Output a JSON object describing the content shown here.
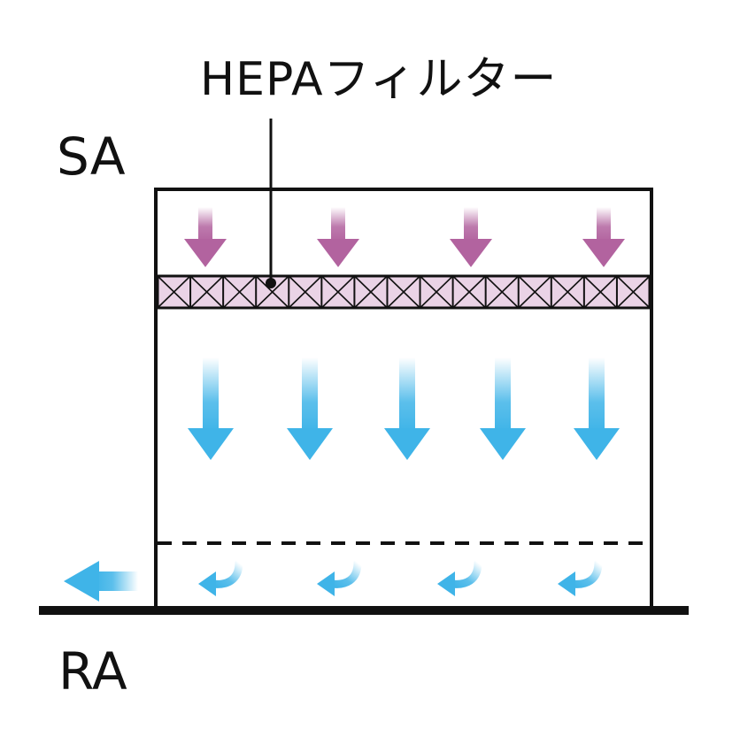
{
  "labels": {
    "filter": "HEPAフィルター",
    "supply_air": "SA",
    "return_air": "RA"
  },
  "colors": {
    "line": "#111111",
    "filter_fill": "#ead3e6",
    "supply_arrow": "#b2639f",
    "downflow_arrow": "#3fb4e8",
    "return_arrow": "#3fb4e8"
  },
  "icons": {
    "supply_arrows": "arrow-down-icon",
    "downflow_arrows": "arrow-down-icon",
    "return_arrows": "curved-arrow-left-icon",
    "exit_arrow": "arrow-left-icon"
  }
}
